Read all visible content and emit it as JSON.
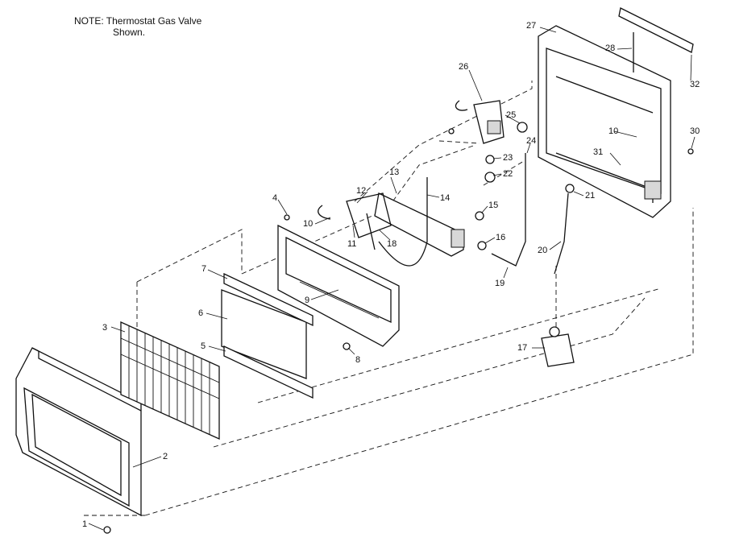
{
  "note": {
    "label": "NOTE:",
    "line1": "Thermostat Gas Valve",
    "line2": "Shown."
  },
  "callouts": [
    {
      "id": "1",
      "text": "1"
    },
    {
      "id": "2",
      "text": "2"
    },
    {
      "id": "3",
      "text": "3"
    },
    {
      "id": "4",
      "text": "4"
    },
    {
      "id": "5",
      "text": "5"
    },
    {
      "id": "6",
      "text": "6"
    },
    {
      "id": "7",
      "text": "7"
    },
    {
      "id": "8",
      "text": "8"
    },
    {
      "id": "9",
      "text": "9"
    },
    {
      "id": "10a",
      "text": "10"
    },
    {
      "id": "10b",
      "text": "10"
    },
    {
      "id": "11",
      "text": "11"
    },
    {
      "id": "12",
      "text": "12"
    },
    {
      "id": "13",
      "text": "13"
    },
    {
      "id": "14",
      "text": "14"
    },
    {
      "id": "15",
      "text": "15"
    },
    {
      "id": "16",
      "text": "16"
    },
    {
      "id": "17",
      "text": "17"
    },
    {
      "id": "18",
      "text": "18"
    },
    {
      "id": "19",
      "text": "19"
    },
    {
      "id": "20",
      "text": "20"
    },
    {
      "id": "21",
      "text": "21"
    },
    {
      "id": "22",
      "text": "22"
    },
    {
      "id": "23",
      "text": "23"
    },
    {
      "id": "24",
      "text": "24"
    },
    {
      "id": "25",
      "text": "25"
    },
    {
      "id": "26",
      "text": "26"
    },
    {
      "id": "27",
      "text": "27"
    },
    {
      "id": "28",
      "text": "28"
    },
    {
      "id": "30",
      "text": "30"
    },
    {
      "id": "31",
      "text": "31"
    },
    {
      "id": "32",
      "text": "32"
    }
  ]
}
